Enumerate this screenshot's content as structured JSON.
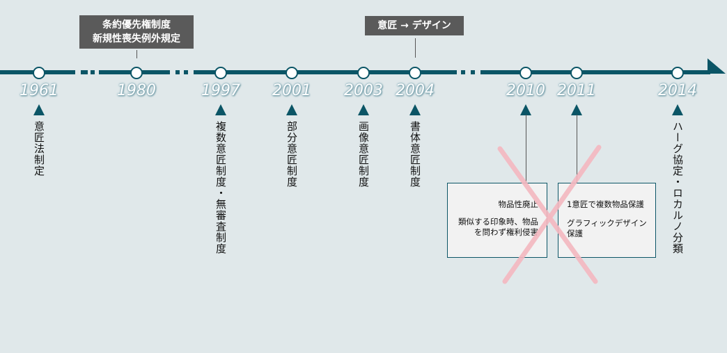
{
  "callouts": [
    {
      "line1": "条約優先権制度",
      "line2": "新規性喪失例外規定"
    },
    {
      "text": "意匠 → デザイン"
    }
  ],
  "events": [
    {
      "year": "1961",
      "label": "意匠法制定"
    },
    {
      "year": "1980",
      "label": ""
    },
    {
      "year": "1997",
      "label": "複数意匠制度・無審査制度"
    },
    {
      "year": "2001",
      "label": "部分意匠制度"
    },
    {
      "year": "2003",
      "label": "画像意匠制度"
    },
    {
      "year": "2004",
      "label": "書体意匠制度"
    },
    {
      "year": "2010",
      "label": ""
    },
    {
      "year": "2011",
      "label": ""
    },
    {
      "year": "2014",
      "label": "ハーグ協定・ロカルノ分類"
    }
  ],
  "boxes": [
    {
      "line1": "物品性廃止",
      "line2": "類似する印象時、物品を問わず権利侵害"
    },
    {
      "line1": "1意匠で複数物品保護",
      "line2": "グラフィックデザイン保護"
    }
  ],
  "colors": {
    "timeline": "#0b5566",
    "callout": "#5a5a5a",
    "cross": "#f4b8c0",
    "background": "#e0e8ea"
  }
}
